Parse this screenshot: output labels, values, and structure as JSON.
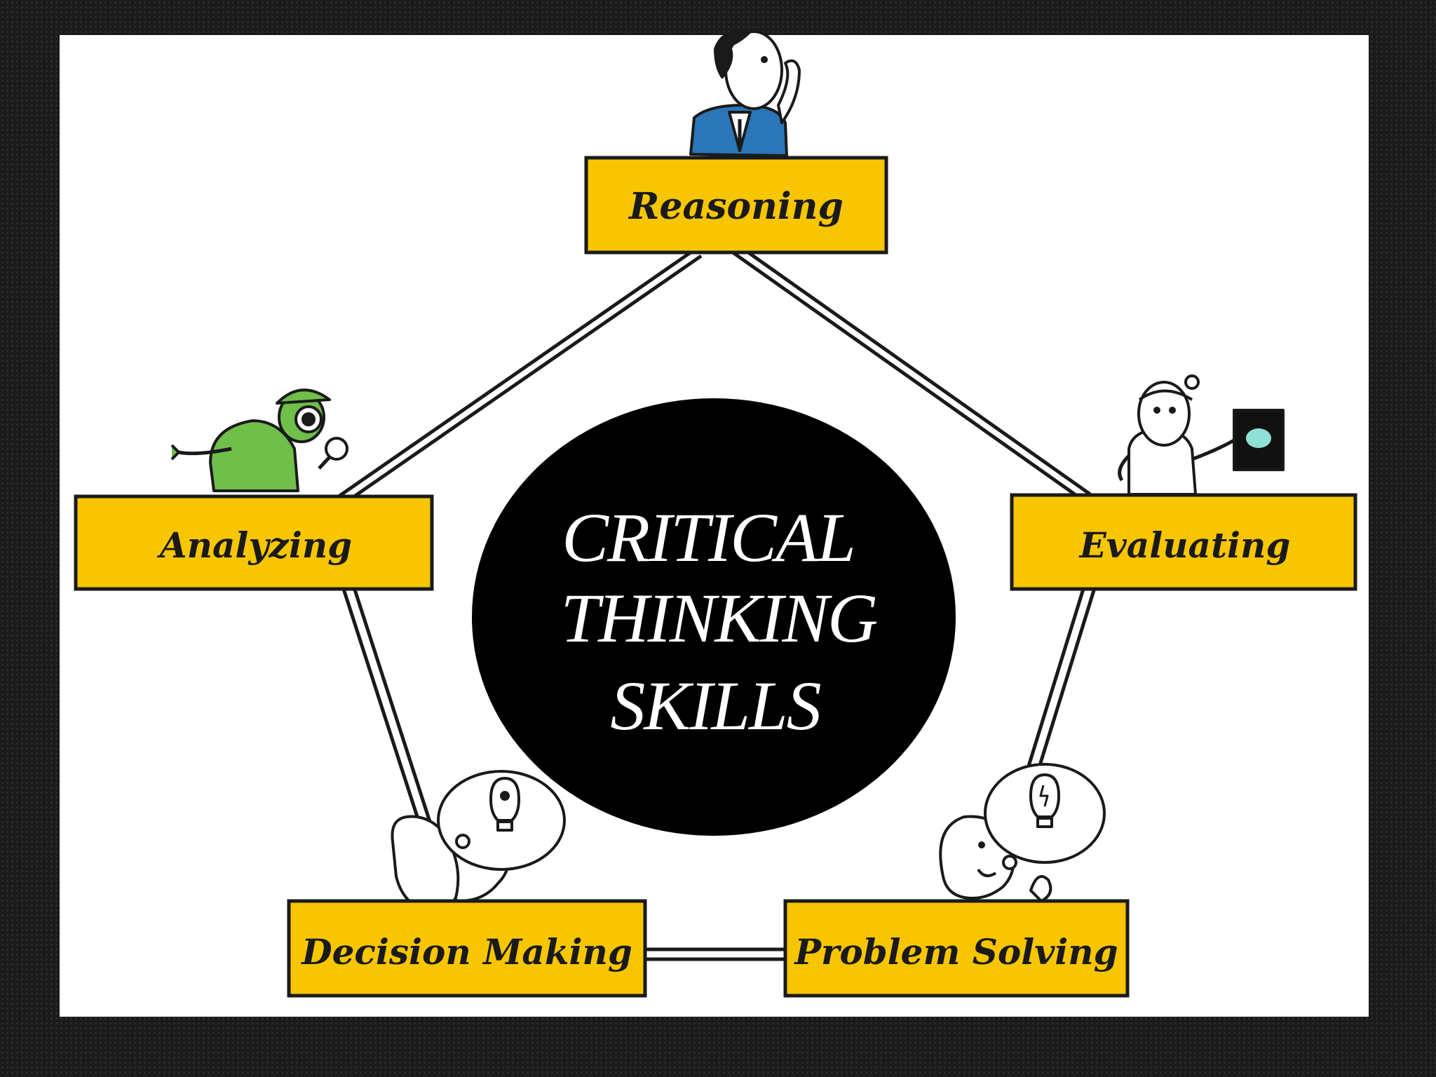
{
  "diagram": {
    "center": {
      "lines": [
        "CRITICAL",
        "THINKING",
        "SKILLS"
      ]
    },
    "nodes": [
      {
        "id": "reasoning",
        "label": "Reasoning",
        "figure": "thinking-man-icon"
      },
      {
        "id": "analyzing",
        "label": "Analyzing",
        "figure": "detective-magnifier-icon"
      },
      {
        "id": "evaluating",
        "label": "Evaluating",
        "figure": "doctor-xray-icon"
      },
      {
        "id": "decision-making",
        "label": "Decision Making",
        "figure": "thinker-lightbulb-icon"
      },
      {
        "id": "problem-solving",
        "label": "Problem Solving",
        "figure": "happy-thinker-lightbulb-icon"
      }
    ],
    "colors": {
      "box_fill": "#f7c600",
      "box_stroke": "#1a1a1a",
      "circle_fill": "#000000",
      "panel_bg": "#ffffff",
      "page_bg": "#1b1b1b"
    }
  }
}
